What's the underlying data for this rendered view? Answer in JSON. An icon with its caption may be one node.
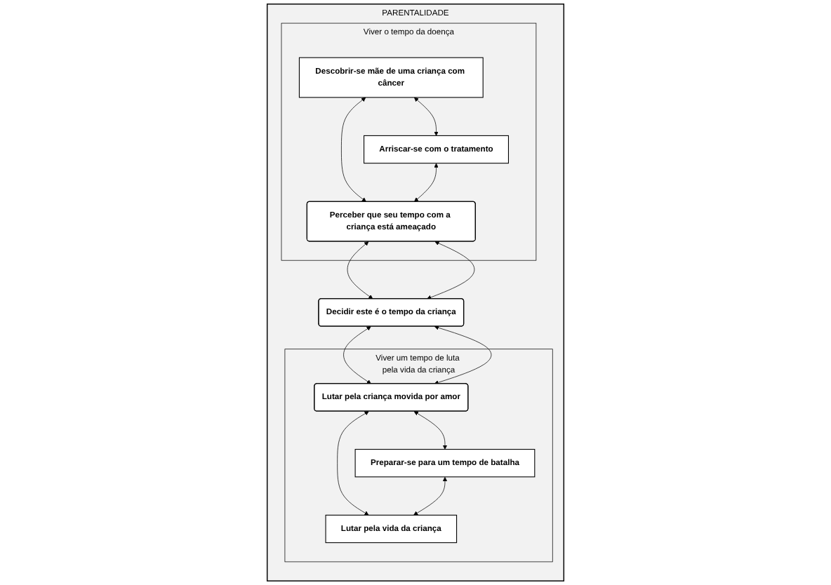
{
  "diagram": {
    "nodes": [
      {
        "text": [
          "PARENTALIDADE"
        ]
      },
      {
        "text": [
          "Viver o tempo da doença"
        ],
        "in": 0
      },
      {
        "text": [
          "Descobrir-se mãe de uma criança com câncer"
        ],
        "in": 1
      },
      {
        "text": [
          "Arriscar-se com o tratamento"
        ],
        "in": 1
      },
      {
        "text": [
          "Perceber que seu tempo com a criança está ameaçado"
        ],
        "in": 1
      },
      {
        "text": [
          "Decidir este é o tempo da criança"
        ],
        "in": 0
      },
      {
        "text": [
          "Viver um tempo de luta pela vida da criança"
        ],
        "in": 0
      },
      {
        "text": [
          "Lutar pela criança movida por amor"
        ],
        "in": 6
      },
      {
        "text": [
          "Preparar-se para um tempo de batalha"
        ],
        "in": 6
      },
      {
        "text": [
          "Lutar pela vida da criança"
        ],
        "in": 6
      }
    ],
    "edges": [
      {
        "from": 2,
        "to": 3,
        "arrow": "both"
      },
      {
        "from": 2,
        "to": 4,
        "arrow": "both"
      },
      {
        "from": 4,
        "to": 5,
        "arrow": "both"
      },
      {
        "from": 5,
        "to": 7,
        "arrow": "both"
      },
      {
        "from": 7,
        "to": 8,
        "arrow": "both"
      },
      {
        "from": 3,
        "to": 4,
        "arrow": "both"
      },
      {
        "from": 4,
        "to": 5,
        "arrow": "both"
      },
      {
        "from": 5,
        "to": 7,
        "arrow": "both"
      },
      {
        "from": 7,
        "to": 9,
        "arrow": "both"
      },
      {
        "from": 8,
        "to": 9,
        "arrow": "both"
      }
    ]
  }
}
